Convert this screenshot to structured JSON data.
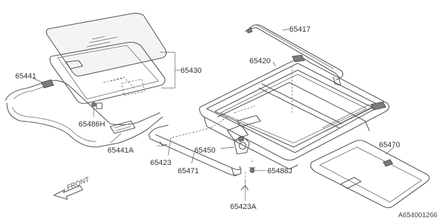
{
  "diagram": {
    "part_numbers": {
      "p65417": "65417",
      "p65420": "65420",
      "p65430": "65430",
      "p65441": "65441",
      "p65441a": "65441A",
      "p65486h": "65486H",
      "p65450": "65450",
      "p65423": "65423",
      "p65471": "65471",
      "p65486j": "65486J",
      "p65423a": "65423A",
      "p65470": "65470"
    },
    "front_label": "FRONT",
    "reference_code": "A654001266"
  }
}
